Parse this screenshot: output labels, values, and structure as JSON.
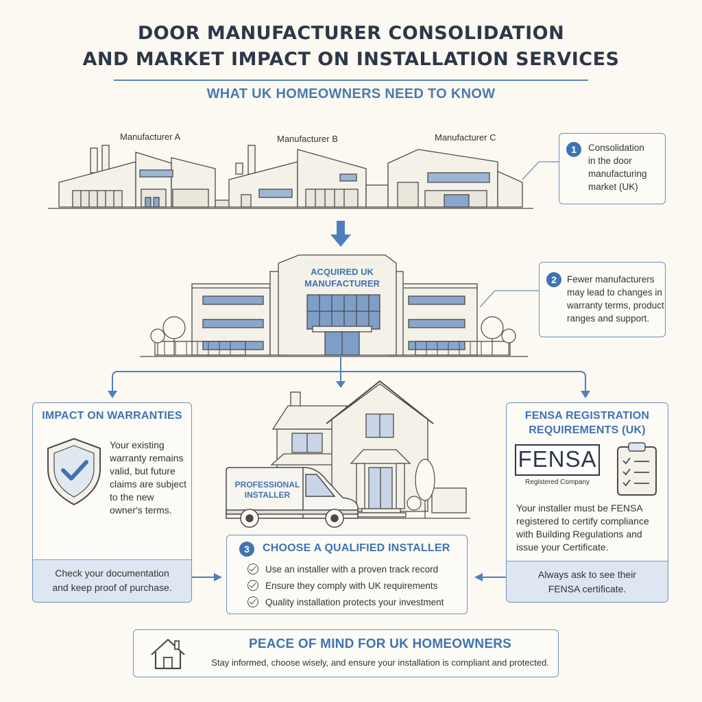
{
  "header": {
    "title_line1": "DOOR MANUFACTURER CONSOLIDATION",
    "title_line2": "AND MARKET IMPACT ON INSTALLATION SERVICES",
    "subtitle": "WHAT UK HOMEOWNERS NEED TO KNOW"
  },
  "manufacturers": {
    "a": "Manufacturer A",
    "b": "Manufacturer B",
    "c": "Manufacturer C"
  },
  "acquired": {
    "line1": "ACQUIRED UK",
    "line2": "MANUFACTURER"
  },
  "callouts": {
    "one": {
      "number": "1",
      "lines": [
        "Consolidation",
        "in the door",
        "manufacturing",
        "market (UK)"
      ]
    },
    "two": {
      "number": "2",
      "lines": [
        "Fewer manufacturers",
        "may lead to changes in",
        "warranty terms, product",
        "ranges and support."
      ]
    }
  },
  "warranties": {
    "heading": "IMPACT ON WARRANTIES",
    "body_lines": [
      "Your existing",
      "warranty remains",
      "valid, but future",
      "claims are subject",
      "to the new",
      "owner's terms."
    ],
    "footer_lines": [
      "Check your documentation",
      "and keep proof of purchase."
    ]
  },
  "fensa": {
    "heading_line1": "FENSA REGISTRATION",
    "heading_line2": "REQUIREMENTS (UK)",
    "logo_text": "FENSA",
    "logo_caption": "Registered Company",
    "body_lines": [
      "Your installer must be FENSA",
      "registered to certify compliance",
      "with Building Regulations and",
      "issue your Certificate."
    ],
    "footer_lines": [
      "Always ask to see their",
      "FENSA certificate."
    ]
  },
  "van": {
    "line1": "PROFESSIONAL",
    "line2": "INSTALLER"
  },
  "installer": {
    "number": "3",
    "heading": "CHOOSE A QUALIFIED INSTALLER",
    "items": [
      "Use an installer with a proven track record",
      "Ensure they comply with UK requirements",
      "Quality installation protects your investment"
    ]
  },
  "peace": {
    "heading": "PEACE OF MIND FOR UK HOMEOWNERS",
    "body": "Stay informed, choose wisely, and ensure your installation is compliant and protected."
  },
  "colors": {
    "accent": "#3f73b3",
    "panel_footer": "#dde6f1",
    "background": "#fbf9f1",
    "line": "#4a4a4a"
  }
}
